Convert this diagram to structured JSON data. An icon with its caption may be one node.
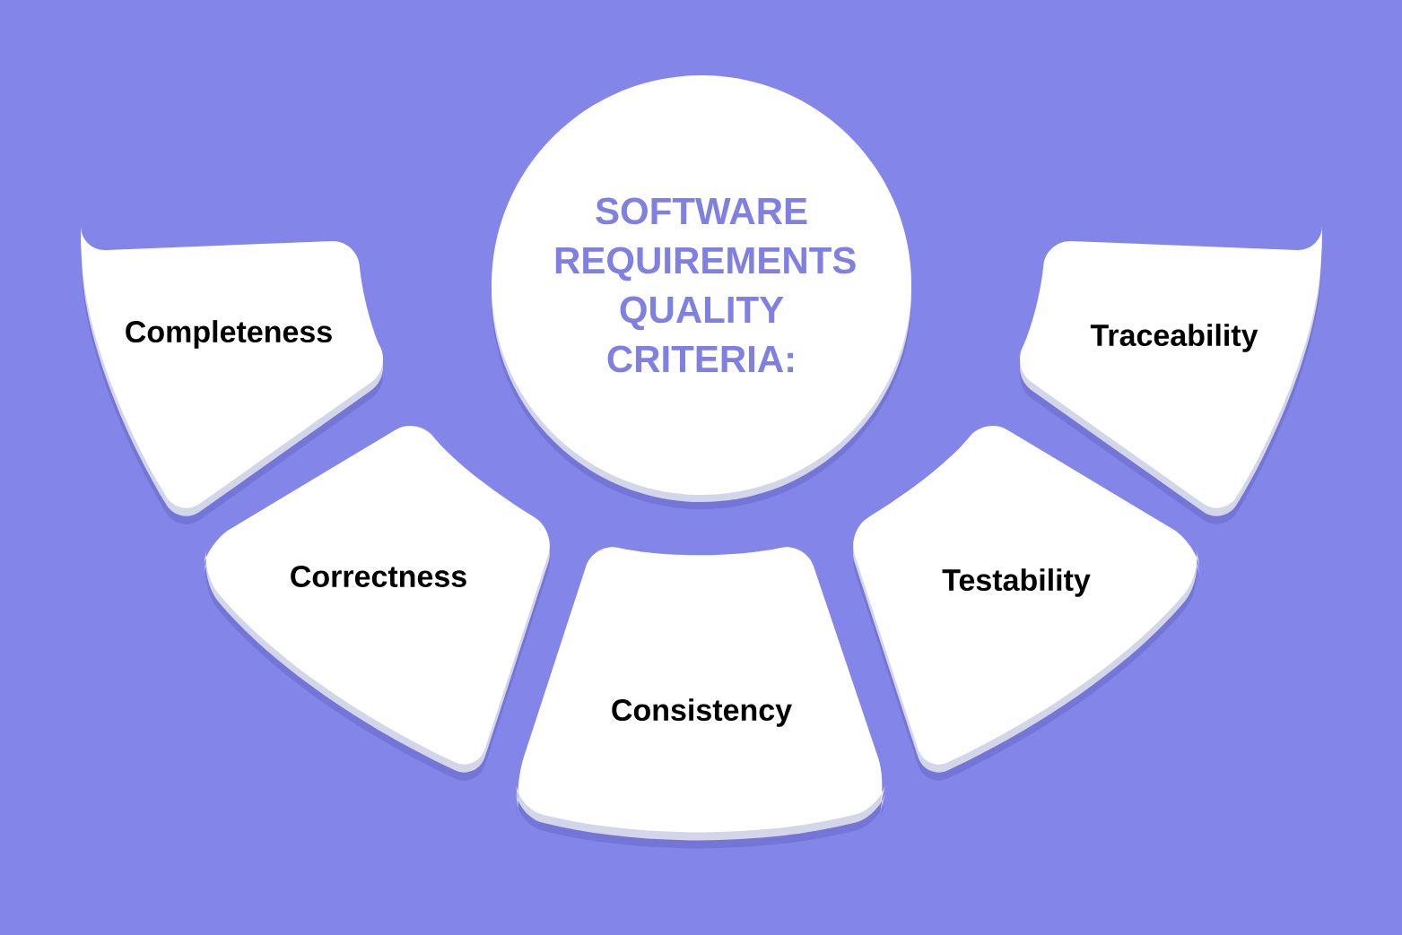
{
  "diagram": {
    "nodes": [
      {
        "text": [
          "SOFTWARE REQUIREMENTS QUALITY CRITERIA:"
        ]
      },
      {
        "text": [
          "Completeness"
        ]
      },
      {
        "text": [
          "Correctness"
        ]
      },
      {
        "text": [
          "Consistency"
        ]
      },
      {
        "text": [
          "Testability"
        ]
      },
      {
        "text": [
          "Traceability"
        ]
      }
    ]
  }
}
